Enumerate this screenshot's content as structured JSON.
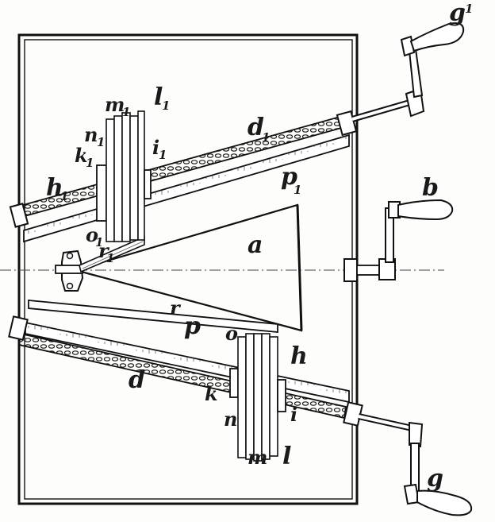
{
  "figure": {
    "labels": {
      "g1": "g",
      "g1_sub": "1",
      "g": "g",
      "b": "b",
      "a": "a",
      "l1": "l",
      "l1_sub": "1",
      "m1": "m",
      "m1_sub": "1",
      "n1": "n",
      "n1_sub": "1",
      "k1": "k",
      "k1_sub": "1",
      "i1": "i",
      "i1_sub": "1",
      "d1": "d",
      "d1_sub": "1",
      "h1": "h",
      "h1_sub": "1",
      "p1": "p",
      "p1_sub": "1",
      "o1": "o",
      "o1_sub": "1",
      "r1": "r",
      "r1_sub": "1",
      "r": "r",
      "p": "p",
      "o": "o",
      "h": "h",
      "d": "d",
      "k": "k",
      "n": "n",
      "i": "i",
      "m": "m",
      "l": "l"
    }
  }
}
